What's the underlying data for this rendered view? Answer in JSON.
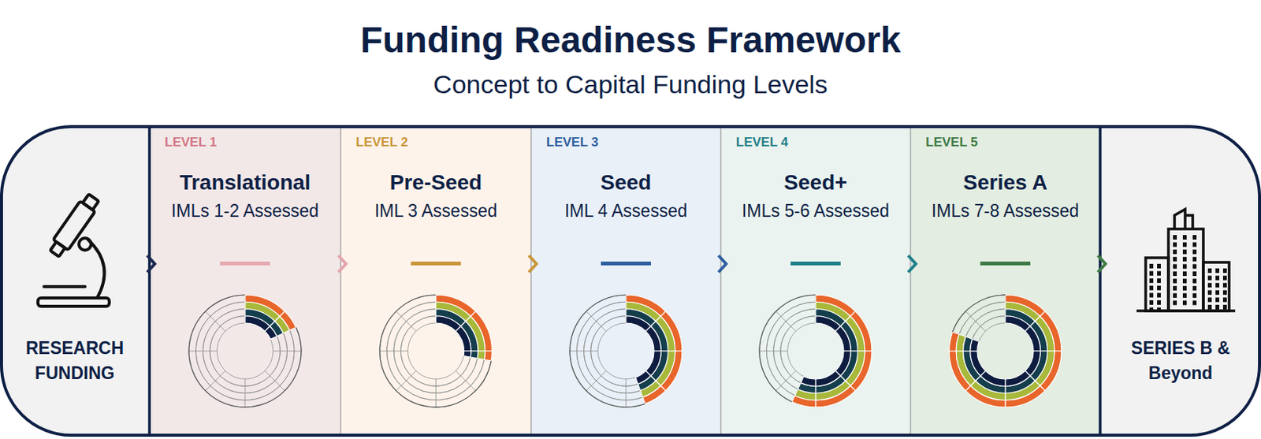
{
  "diagram": {
    "title": "Funding Readiness Framework",
    "nodes": [
      {
        "text": [
          "RESEARCH FUNDING"
        ]
      },
      {
        "text": [
          "LEVEL 1",
          "Translational",
          "IMLs 1-2 Assessed"
        ]
      },
      {
        "text": [
          "LEVEL 2",
          "Pre-Seed",
          "IML 3 Assessed"
        ]
      },
      {
        "text": [
          "LEVEL 3",
          "Seed",
          "IML 4 Assessed"
        ]
      },
      {
        "text": [
          "LEVEL 4",
          "Seed+",
          "IMLs 5-6 Assessed"
        ]
      },
      {
        "text": [
          "LEVEL 5",
          "Series A",
          "IMLs 7-8 Assessed"
        ]
      },
      {
        "text": [
          "SERIES B & Beyond"
        ]
      }
    ],
    "edges": [
      {
        "from": 0,
        "to": 1,
        "arrow": "to"
      },
      {
        "from": 1,
        "to": 2,
        "arrow": "to"
      },
      {
        "from": 2,
        "to": 3,
        "arrow": "to"
      },
      {
        "from": 3,
        "to": 4,
        "arrow": "to"
      },
      {
        "from": 4,
        "to": 5,
        "arrow": "to"
      },
      {
        "from": 5,
        "to": 6,
        "arrow": "to"
      }
    ],
    "labels": [
      "Concept to Capital Funding Levels"
    ]
  }
}
